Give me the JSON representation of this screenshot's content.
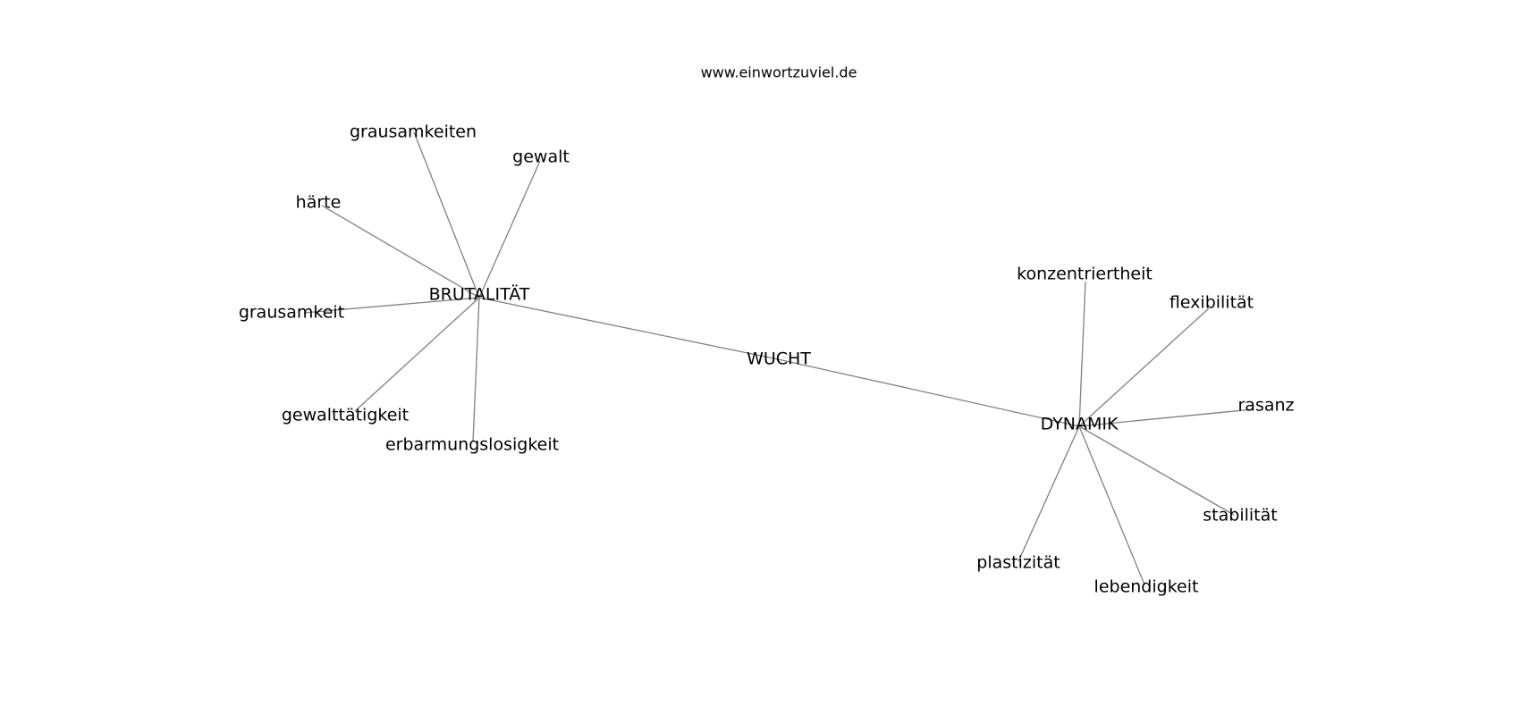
{
  "source": "www.einwortzuviel.de",
  "nodes": [
    {
      "id": "wucht",
      "label": "WUCHT"
    },
    {
      "id": "brutalitaet",
      "label": "BRUTALITÄT"
    },
    {
      "id": "dynamik",
      "label": "DYNAMIK"
    },
    {
      "id": "grausamkeiten",
      "label": "grausamkeiten"
    },
    {
      "id": "gewalt",
      "label": "gewalt"
    },
    {
      "id": "haerte",
      "label": "härte"
    },
    {
      "id": "grausamkeit",
      "label": "grausamkeit"
    },
    {
      "id": "gewalttaetigkeit",
      "label": "gewalttätigkeit"
    },
    {
      "id": "erbarmungslosigkeit",
      "label": "erbarmungslosigkeit"
    },
    {
      "id": "konzentriertheit",
      "label": "konzentriertheit"
    },
    {
      "id": "flexibilitaet",
      "label": "flexibilität"
    },
    {
      "id": "rasanz",
      "label": "rasanz"
    },
    {
      "id": "stabilitaet",
      "label": "stabilität"
    },
    {
      "id": "lebendigkeit",
      "label": "lebendigkeit"
    },
    {
      "id": "plastizitaet",
      "label": "plastizität"
    }
  ],
  "edges": [
    [
      "wucht",
      "brutalitaet"
    ],
    [
      "wucht",
      "dynamik"
    ],
    [
      "brutalitaet",
      "grausamkeiten"
    ],
    [
      "brutalitaet",
      "gewalt"
    ],
    [
      "brutalitaet",
      "haerte"
    ],
    [
      "brutalitaet",
      "grausamkeit"
    ],
    [
      "brutalitaet",
      "gewalttaetigkeit"
    ],
    [
      "brutalitaet",
      "erbarmungslosigkeit"
    ],
    [
      "dynamik",
      "konzentriertheit"
    ],
    [
      "dynamik",
      "flexibilitaet"
    ],
    [
      "dynamik",
      "rasanz"
    ],
    [
      "dynamik",
      "stabilitaet"
    ],
    [
      "dynamik",
      "lebendigkeit"
    ],
    [
      "dynamik",
      "plastizitaet"
    ]
  ]
}
